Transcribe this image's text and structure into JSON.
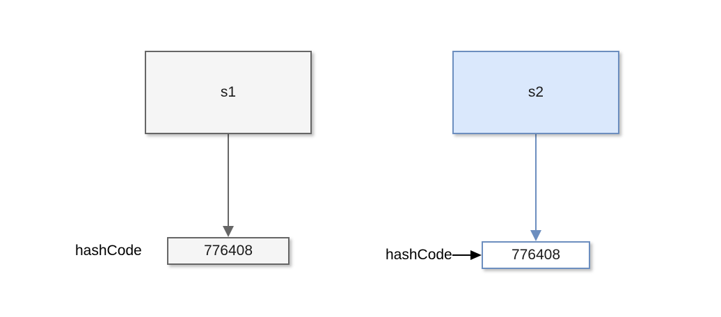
{
  "diagram": {
    "nodes": {
      "s1": {
        "label": "s1",
        "fill": "#f5f5f5",
        "stroke": "#666666"
      },
      "s2": {
        "label": "s2",
        "fill": "#dae8fc",
        "stroke": "#6c8ebf"
      },
      "value1": {
        "label": "776408",
        "fill": "#f5f5f5",
        "stroke": "#666666"
      },
      "value2": {
        "label": "776408",
        "fill": "#ffffff",
        "stroke": "#6c8ebf"
      }
    },
    "labels": {
      "hash_left": "hashCode",
      "hash_right": "hashCode"
    },
    "edges": [
      {
        "from": "s1",
        "to": "value1",
        "color": "#666666"
      },
      {
        "from": "s2",
        "to": "value2",
        "color": "#6c8ebf"
      },
      {
        "from": "hash_right",
        "to": "value2",
        "color": "#000000"
      }
    ]
  }
}
